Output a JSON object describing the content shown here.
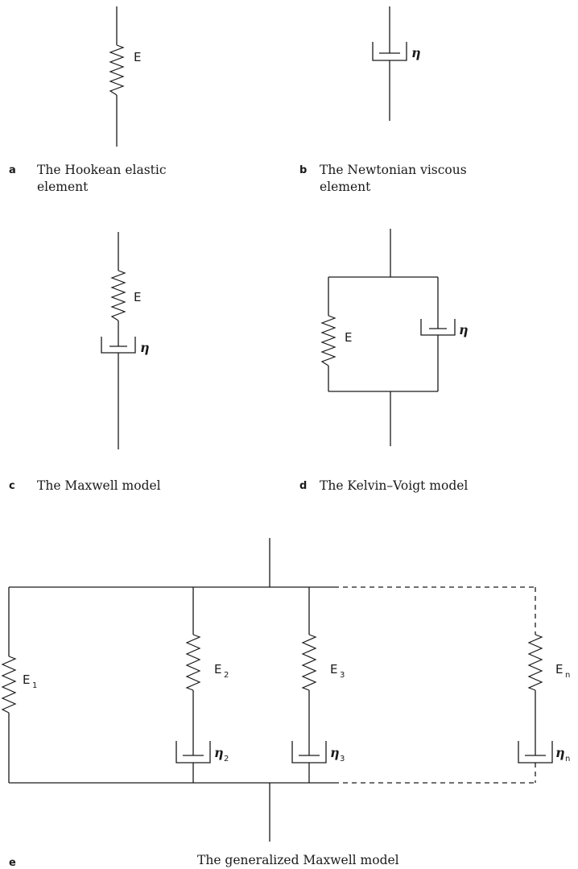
{
  "panels": {
    "a": {
      "letter": "a",
      "caption_line1": "The Hookean elastic",
      "caption_line2": "element",
      "spring_label": "E"
    },
    "b": {
      "letter": "b",
      "caption_line1": "The Newtonian viscous",
      "caption_line2": "element",
      "dashpot_label": "η"
    },
    "c": {
      "letter": "c",
      "caption": "The Maxwell model",
      "spring_label": "E",
      "dashpot_label": "η"
    },
    "d": {
      "letter": "d",
      "caption": "The Kelvin–Voigt model",
      "spring_label": "E",
      "dashpot_label": "η"
    },
    "e": {
      "letter": "e",
      "caption": "The generalized Maxwell model",
      "branches": [
        {
          "spring": "E",
          "spring_sub": "1",
          "dashpot": "",
          "dashpot_sub": ""
        },
        {
          "spring": "E",
          "spring_sub": "2",
          "dashpot": "η",
          "dashpot_sub": "2"
        },
        {
          "spring": "E",
          "spring_sub": "3",
          "dashpot": "η",
          "dashpot_sub": "3"
        },
        {
          "spring": "E",
          "spring_sub": "n",
          "dashpot": "η",
          "dashpot_sub": "n"
        }
      ]
    }
  }
}
